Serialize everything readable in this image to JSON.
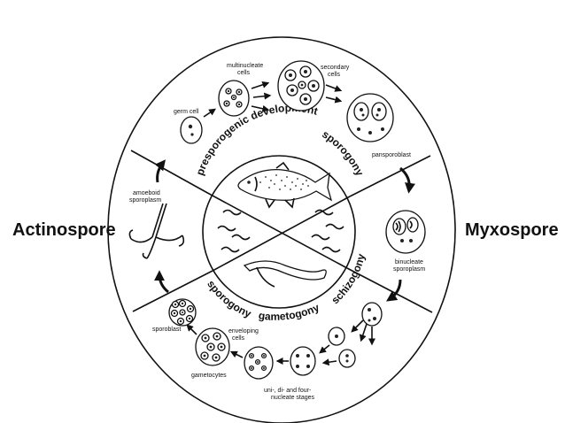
{
  "labels": {
    "actinospore": "Actinospore",
    "myxospore": "Myxospore",
    "germ_cell": "germ cell",
    "multinucleate_cells": [
      "multinucleate",
      "cells"
    ],
    "secondary_cells": [
      "secondary",
      "cells"
    ],
    "pansporoblast": "pansporoblast",
    "binucleate_sporoplasm": [
      "binucleate",
      "sporoplasm"
    ],
    "uni_di_four": [
      "uni-, di- and four-",
      "nucleate stages"
    ],
    "enveloping_cells": [
      "enveloping",
      "cells"
    ],
    "gametocytes": "gametocytes",
    "sporoblast": "sporoblast",
    "amoeboid_sporoplasm": [
      "amoeboid",
      "sporoplasm"
    ]
  },
  "arc_labels": {
    "presporogenic": "presporogenic development",
    "sporogony_top": "sporogony",
    "schizogony": "schizogony",
    "gametogony": "gametogony",
    "sporogony_bottom": "sporogony"
  }
}
